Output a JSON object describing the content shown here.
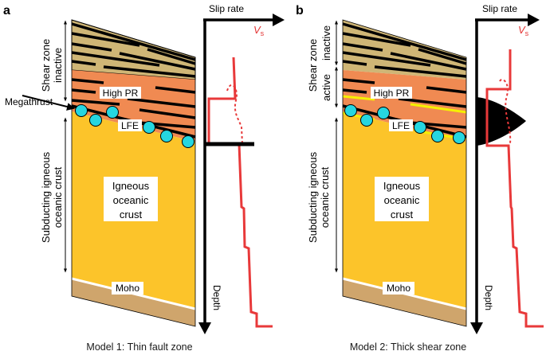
{
  "panels": [
    {
      "letter": "a",
      "caption": "Model 1: Thin fault zone",
      "shear_zone_label": "Shear zone",
      "inactive_label": "inactive",
      "subducting_label_1": "Subducting igneous",
      "subducting_label_2": "oceanic crust",
      "high_pr_label": "High PR",
      "lfe_label": "LFE",
      "igneous_label_1": "Igneous",
      "igneous_label_2": "oceanic",
      "igneous_label_3": "crust",
      "moho_label": "Moho",
      "megathrust_label": "Megathrust",
      "slip_rate_label": "Slip rate",
      "vs_label": "V",
      "vs_sub": "s",
      "depth_label": "Depth"
    },
    {
      "letter": "b",
      "caption": "Model 2: Thick shear zone",
      "shear_zone_label": "Shear zone",
      "inactive_label": "inactive",
      "active_label": "active",
      "subducting_label_1": "Subducting igneous",
      "subducting_label_2": "oceanic crust",
      "high_pr_label": "High PR",
      "lfe_label": "LFE",
      "igneous_label_1": "Igneous",
      "igneous_label_2": "oceanic",
      "igneous_label_3": "crust",
      "moho_label": "Moho",
      "slip_rate_label": "Slip rate",
      "vs_label": "V",
      "vs_sub": "s",
      "depth_label": "Depth"
    }
  ],
  "colors": {
    "sediment": "#cfb676",
    "high_pr": "#f08a52",
    "igneous": "#fcc42a",
    "mantle": "#cfa56c",
    "lfe": "#26d6e0",
    "vs_line": "#e8393a",
    "active_yellow": "#f6f000"
  }
}
